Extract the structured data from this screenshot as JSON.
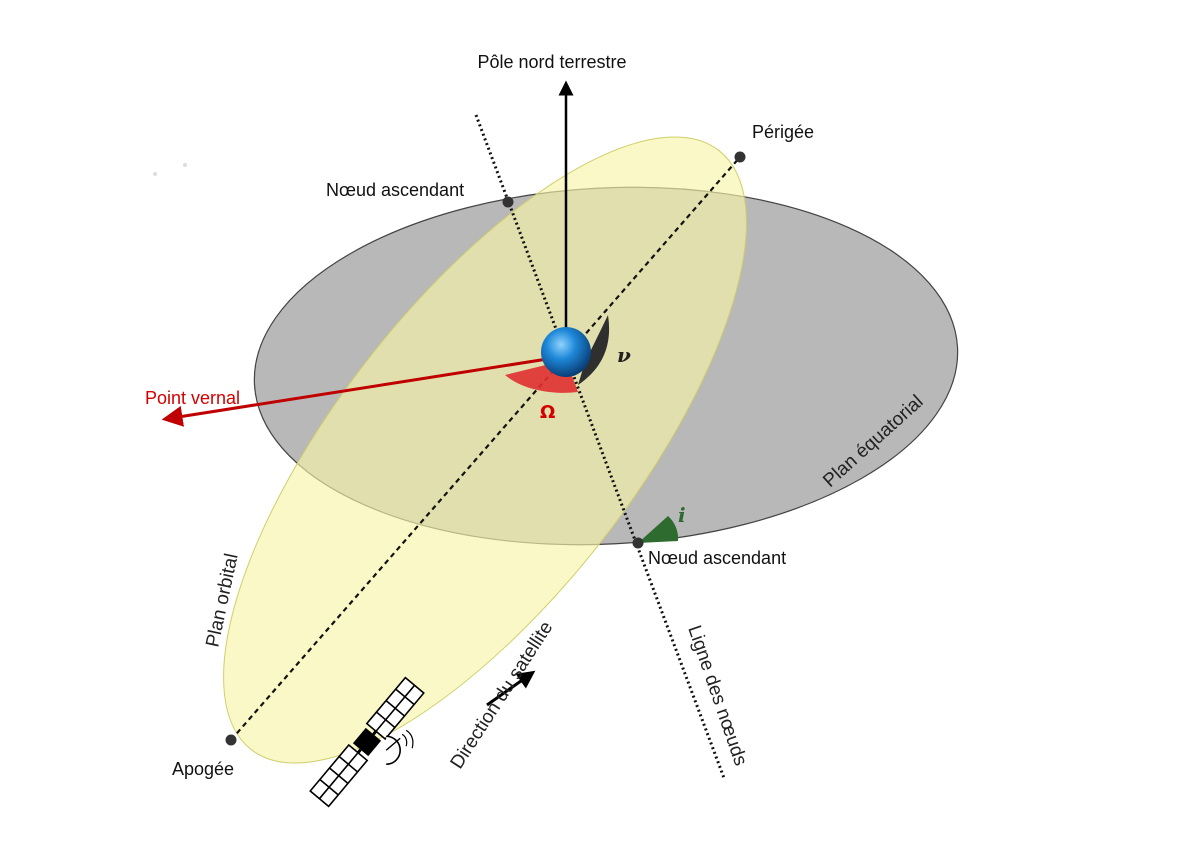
{
  "labels": {
    "pole_nord": "Pôle nord terrestre",
    "perigee": "Périgée",
    "noeud_ascendant_top": "Nœud ascendant",
    "noeud_ascendant_bottom": "Nœud ascendant",
    "point_vernal": "Point vernal",
    "omega": "Ω",
    "nu": "ν",
    "inclination": "i",
    "plan_equatorial": "Plan équatorial",
    "plan_orbital": "Plan orbital",
    "ligne_des_noeuds": "Ligne des nœuds",
    "direction_satellite": "Direction du satellite",
    "apogee": "Apogée"
  },
  "colors": {
    "equatorial_plane": "#b5b5b5",
    "orbital_plane": "#f7f5a8",
    "vernal": "#d40000",
    "omega_arc": "#e03030",
    "nu_arc": "#3a3a3a",
    "inclination_arc": "#2e6b2e",
    "earth": "#1e88d8"
  },
  "icons": {
    "satellite": "satellite-icon",
    "earth": "earth-icon"
  }
}
